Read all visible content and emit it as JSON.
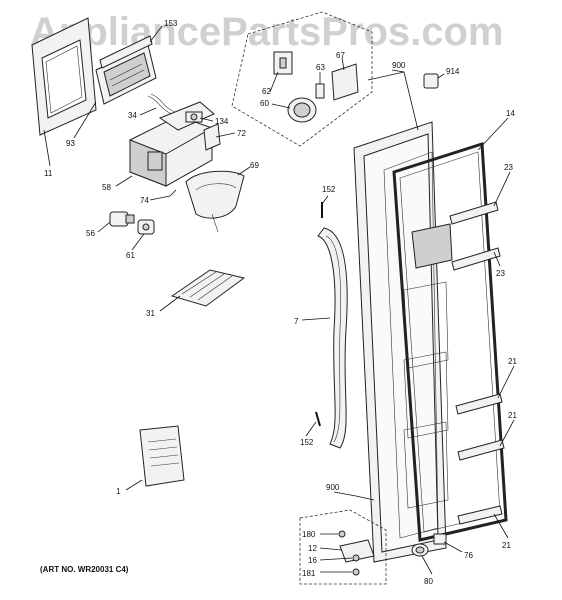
{
  "watermark": "AppliancePartsPros.com",
  "art_number": "(ART NO. WR20031 C4)",
  "callouts": {
    "p153": "153",
    "p93": "93",
    "p11": "11",
    "p34": "34",
    "p134": "134",
    "p72": "72",
    "p69": "69",
    "p58": "58",
    "p74": "74",
    "p56": "56",
    "p61": "61",
    "p31": "31",
    "p1": "1",
    "p62": "62",
    "p60": "60",
    "p63": "63",
    "p67": "67",
    "p900_top": "900",
    "p914": "914",
    "p14": "14",
    "p23_a": "23",
    "p23_b": "23",
    "p152_a": "152",
    "p7": "7",
    "p152_b": "152",
    "p21_a": "21",
    "p21_b": "21",
    "p21_c": "21",
    "p900_bottom": "900",
    "p180": "180",
    "p12": "12",
    "p16": "16",
    "p181": "181",
    "p76": "76",
    "p80": "80"
  }
}
